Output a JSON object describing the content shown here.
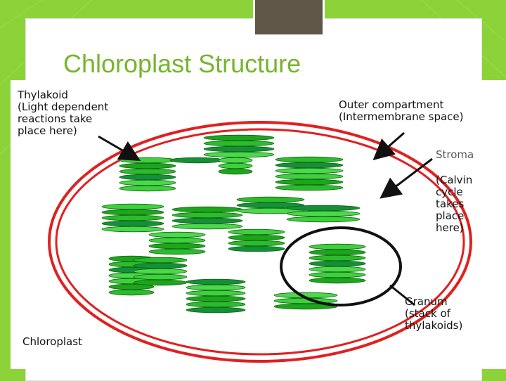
{
  "slide": {
    "title": "Chloroplast Structure",
    "colors": {
      "background": "#8cd33a",
      "title": "#77b52c",
      "accent_tab": "#5f5648",
      "membrane": "#e02020",
      "granum_highlight": "#111111"
    }
  },
  "diagram": {
    "labels": {
      "thylakoid": "Thylakoid\n(Light dependent\nreactions take\nplace here)",
      "outer_compartment": "Outer compartment\n(Intermembrane space)",
      "stroma": "Stroma",
      "calvin": "(Calvin\ncycle\ntakes\nplace\nhere)",
      "granum": "Granum\n(stack of\nthylakoids)",
      "chloroplast": "Chloroplast"
    },
    "disc_colors": [
      "#3fcf3f",
      "#1ea51e",
      "#2dbb2d",
      "#158f3a",
      "#4cd84c"
    ]
  }
}
